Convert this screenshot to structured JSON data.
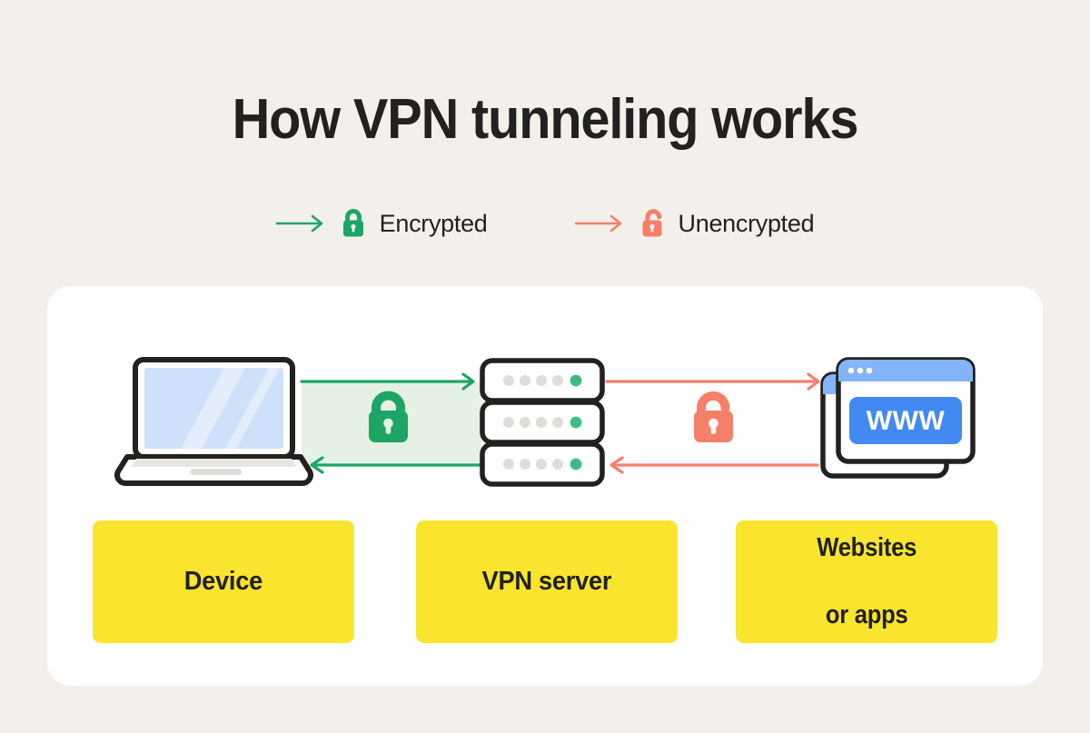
{
  "page": {
    "title": "How VPN tunneling works",
    "background_color": "#F3F0EB",
    "card_color": "#FFFFFF"
  },
  "legend": {
    "items": [
      {
        "id": "encrypted",
        "label": "Encrypted",
        "arrow_icon": "arrow-right-icon",
        "lock_icon": "lock-closed-icon",
        "color": "#1DA566"
      },
      {
        "id": "unencrypted",
        "label": "Unencrypted",
        "arrow_icon": "arrow-right-icon",
        "lock_icon": "lock-open-icon",
        "color": "#F4806A"
      }
    ]
  },
  "diagram": {
    "nodes": [
      {
        "id": "device",
        "icon": "laptop-icon",
        "label": "Device"
      },
      {
        "id": "vpn",
        "icon": "server-stack-icon",
        "label": "VPN server"
      },
      {
        "id": "sites",
        "icon": "browser-windows-icon",
        "label": "Websites\nor apps"
      }
    ],
    "tunnel": {
      "id": "encrypted-tunnel",
      "fill_color": "#E4F1E3",
      "stroke_color": "#1DA566",
      "lock_icon": "lock-closed-icon"
    },
    "open_segment": {
      "id": "unencrypted-segment",
      "stroke_color": "#F4806A",
      "lock_icon": "lock-open-icon"
    },
    "flows": [
      {
        "id": "device-to-vpn",
        "direction": "right",
        "state": "encrypted",
        "color": "#1DA566"
      },
      {
        "id": "vpn-to-device",
        "direction": "left",
        "state": "encrypted",
        "color": "#1DA566"
      },
      {
        "id": "vpn-to-sites",
        "direction": "right",
        "state": "unencrypted",
        "color": "#F4806A"
      },
      {
        "id": "sites-to-vpn",
        "direction": "left",
        "state": "unencrypted",
        "color": "#F4806A"
      }
    ],
    "server": {
      "rows": 3,
      "gray_dots_per_row": 4,
      "green_dots_per_row": 1,
      "gray_dot_color": "#DEDDD8",
      "green_dot_color": "#3DBD84"
    },
    "browser": {
      "titlebar_color": "#83B4F7",
      "button_label": "WWW",
      "button_color": "#4289F4",
      "dots": 3
    },
    "laptop": {
      "screen_color": "#CFE0FA",
      "glare_color": "#E3EDFC",
      "body_color": "#FFFFFF",
      "outline_color": "#22211F"
    }
  },
  "labels": {
    "device": "Device",
    "vpn_server": "VPN server",
    "websites_line1": "Websites",
    "websites_line2": "or apps",
    "box_color": "#FAE52E"
  }
}
